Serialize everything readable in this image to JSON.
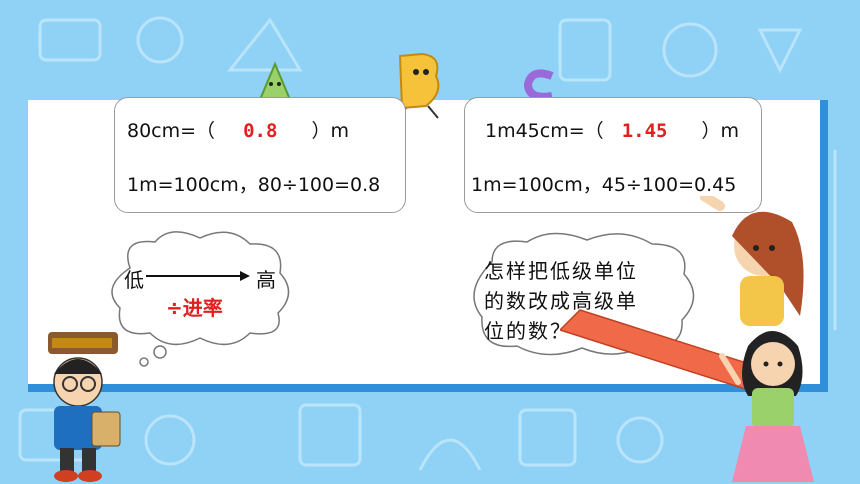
{
  "card_left": {
    "eq_prefix": "80cm=（",
    "eq_answer": "0.8",
    "eq_suffix": "）m",
    "explain": "1m=100cm，80÷100=0.8"
  },
  "card_right": {
    "eq_prefix": "1m45cm=（",
    "eq_answer": "1.45",
    "eq_suffix": "）m",
    "explain": "1m=100cm，45÷100=0.45"
  },
  "cloud_left": {
    "low": "低",
    "high": "高",
    "rule": "÷进率"
  },
  "cloud_right": {
    "question_line1": "怎样把低级单位",
    "question_line2": "的数改成高级单",
    "question_line3": "位的数？"
  },
  "colors": {
    "background": "#8fd2f5",
    "panel_border": "#2f8fd8",
    "answer_red": "#e02020"
  }
}
